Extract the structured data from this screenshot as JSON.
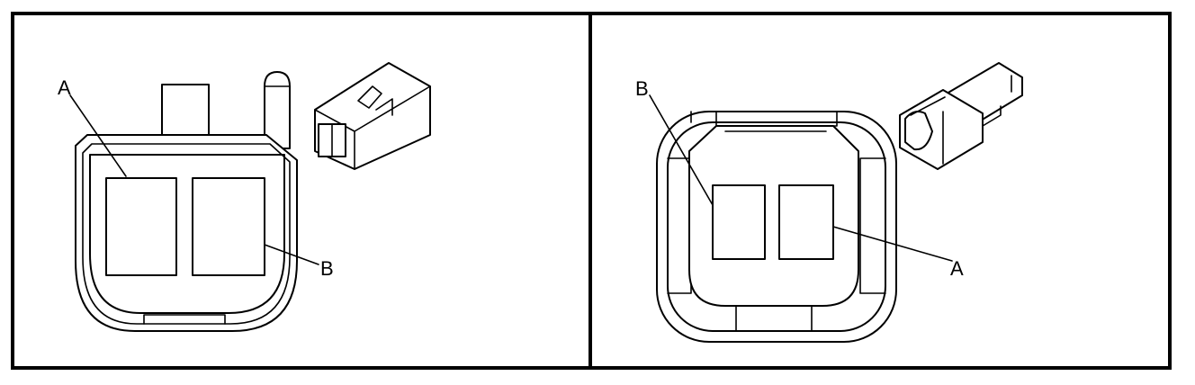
{
  "panels": [
    {
      "id": "left",
      "callouts": [
        "A",
        "B"
      ]
    },
    {
      "id": "right",
      "callouts": [
        "B",
        "A"
      ]
    }
  ]
}
